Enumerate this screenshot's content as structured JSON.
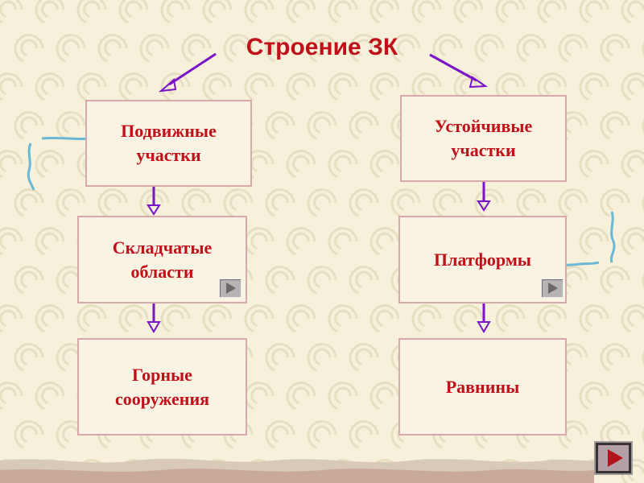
{
  "title": "Строение ЗК",
  "colors": {
    "text": "#c0101a",
    "arrow": "#7a14c8",
    "box_border": "#d9a8ad",
    "swirl": "#e7dfc2"
  },
  "boxes": {
    "mobile": "Подвижные\nучастки",
    "stable": "Устойчивые\nучастки",
    "folded": "Складчатые\nобласти",
    "platforms": "Платформы",
    "mountains": "Горные\nсооружения",
    "plains": "Равнины"
  },
  "icons": {
    "play": "play-triangle-icon",
    "next": "next-slide-icon"
  }
}
